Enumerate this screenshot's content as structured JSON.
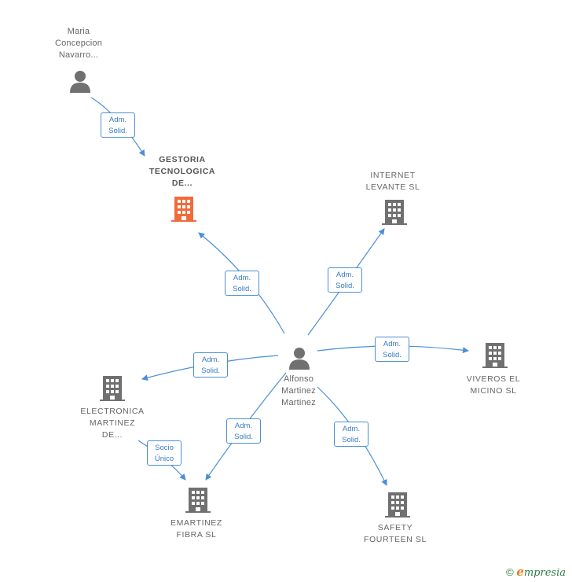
{
  "colors": {
    "edge": "#4a8fd6",
    "company": "#707070",
    "focus_company": "#f26b3a",
    "person": "#707070"
  },
  "nodes": {
    "maria": {
      "label": "Maria\nConcepcion\nNavarro...",
      "icon": "person-icon"
    },
    "gestoria": {
      "label": "GESTORIA\nTECNOLOGICA\nDE...",
      "icon": "building-icon-focus"
    },
    "internet": {
      "label": "INTERNET\nLEVANTE  SL",
      "icon": "building-icon"
    },
    "alfonso": {
      "label": "Alfonso\nMartinez\nMartinez",
      "icon": "person-icon"
    },
    "viveros": {
      "label": "VIVEROS EL\nMICINO  SL",
      "icon": "building-icon"
    },
    "electronica": {
      "label": "ELECTRONICA\nMARTINEZ\nDE...",
      "icon": "building-icon"
    },
    "emartinez": {
      "label": "EMARTINEZ\nFIBRA  SL",
      "icon": "building-icon"
    },
    "safety": {
      "label": "SAFETY\nFOURTEEN SL",
      "icon": "building-icon"
    }
  },
  "edges": [
    {
      "id": "maria-gestoria",
      "l1": "Adm.",
      "l2": "Solid."
    },
    {
      "id": "alfonso-gestoria",
      "l1": "Adm.",
      "l2": "Solid."
    },
    {
      "id": "alfonso-internet",
      "l1": "Adm.",
      "l2": "Solid."
    },
    {
      "id": "alfonso-viveros",
      "l1": "Adm.",
      "l2": "Solid."
    },
    {
      "id": "alfonso-electronica",
      "l1": "Adm.",
      "l2": "Solid."
    },
    {
      "id": "alfonso-emartinez",
      "l1": "Adm.",
      "l2": "Solid."
    },
    {
      "id": "alfonso-safety",
      "l1": "Adm.",
      "l2": "Solid."
    },
    {
      "id": "electronica-emartinez",
      "l1": "Socio",
      "l2": "Único"
    }
  ],
  "footer": {
    "copyright": "©",
    "brand_e": "e",
    "brand_rest": "mpresia"
  }
}
